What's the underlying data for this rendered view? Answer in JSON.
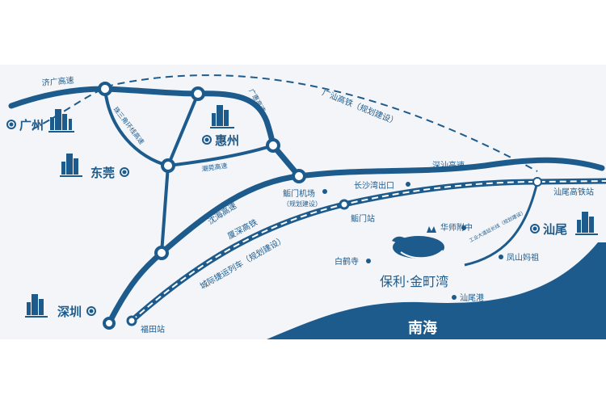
{
  "colors": {
    "primary": "#1d5b8c",
    "background": "#f3f5f9",
    "sea": "#1d5b8c"
  },
  "cities": {
    "guangzhou": "广州",
    "dongguan": "东莞",
    "huizhou": "惠州",
    "shenzhen": "深圳",
    "shanwei": "汕尾"
  },
  "roads": {
    "jiguang": "济广高速",
    "zhusanjiao": "珠三角环线高速",
    "guanghui": "广惠高速",
    "chaoguan": "潮莞高速",
    "shenhai": "沈海高速",
    "shenshan": "深汕高速",
    "guangshan_rail": "广汕高铁（规划建设）",
    "xiashen_rail": "厦深高铁",
    "intercity": "城际捷运列车（规划建设）",
    "industry_road": "工业大道延长线（规划建设）"
  },
  "places": {
    "airport": "鲘门机场",
    "airport_note": "（规划建设）",
    "changsha_exit": "长沙湾出口",
    "houmen_station": "鲘门站",
    "shanwei_station": "汕尾高铁站",
    "huashi": "华师附中",
    "baihe": "白鹤寺",
    "fengshan": "凤山妈祖",
    "shanwei_port": "汕尾港",
    "futian": "福田站",
    "project": "保利·金町湾",
    "sea": "南海"
  }
}
